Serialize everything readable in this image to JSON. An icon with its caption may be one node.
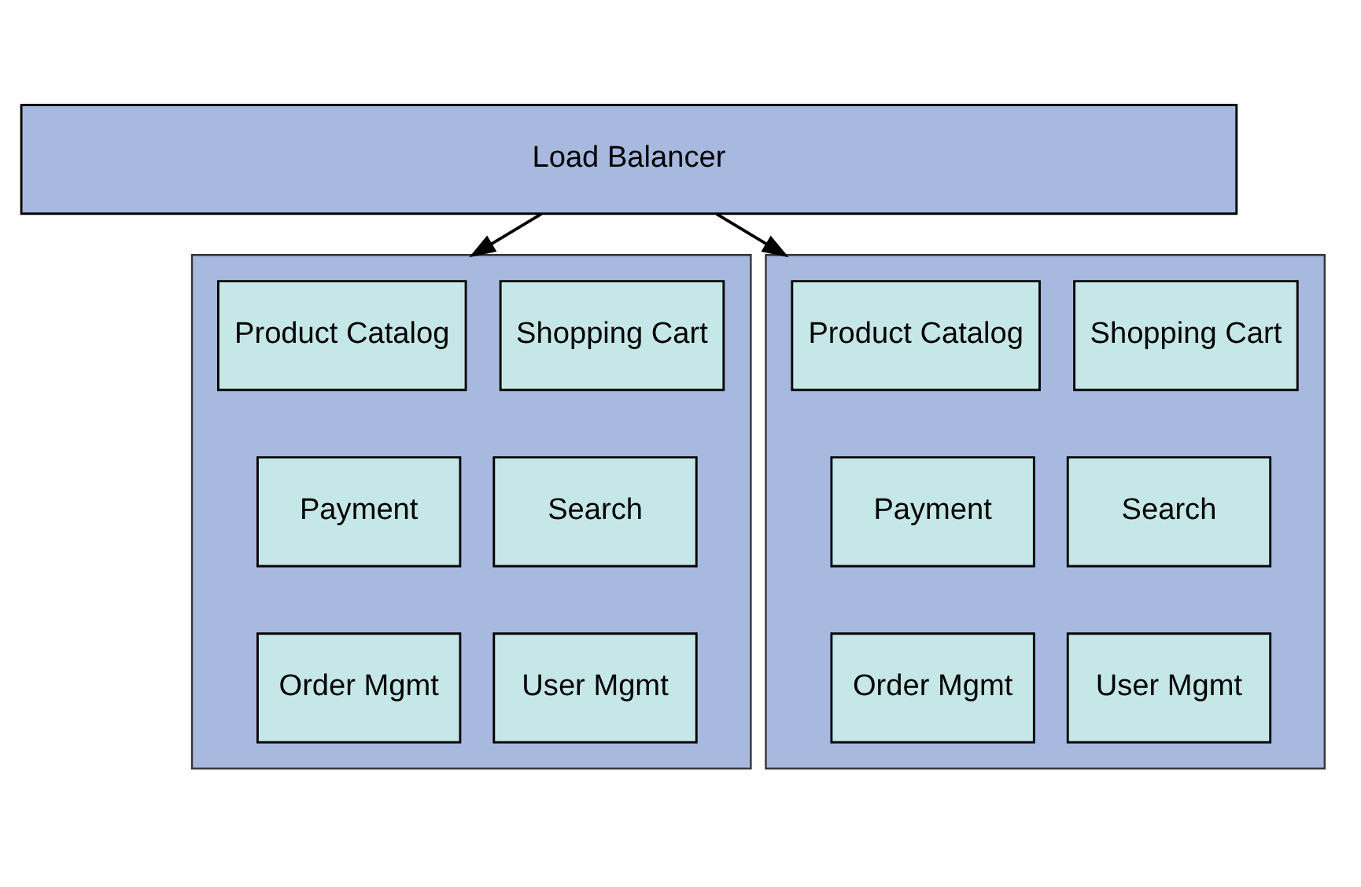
{
  "diagram": {
    "nodes": [
      {
        "text": [
          "Load Balancer"
        ]
      },
      {
        "text": [],
        "shape": "box"
      },
      {
        "text": [
          "Product Catalog"
        ],
        "in": 1
      },
      {
        "text": [
          "Shopping Cart"
        ],
        "in": 1
      },
      {
        "text": [
          "Payment"
        ],
        "in": 1
      },
      {
        "text": [
          "Search"
        ],
        "in": 1
      },
      {
        "text": [
          "Order Mgmt"
        ],
        "in": 1
      },
      {
        "text": [
          "User Mgmt"
        ],
        "in": 1
      },
      {
        "text": [],
        "shape": "box"
      },
      {
        "text": [
          "Product Catalog"
        ],
        "in": 8
      },
      {
        "text": [
          "Shopping Cart"
        ],
        "in": 8
      },
      {
        "text": [
          "Payment"
        ],
        "in": 8
      },
      {
        "text": [
          "Search"
        ],
        "in": 8
      },
      {
        "text": [
          "Order Mgmt"
        ],
        "in": 8
      },
      {
        "text": [
          "User Mgmt"
        ],
        "in": 8
      }
    ],
    "edges": [
      {
        "from": 0,
        "to": 1,
        "arrow": "to"
      },
      {
        "from": 0,
        "to": 8,
        "arrow": "to"
      }
    ]
  }
}
